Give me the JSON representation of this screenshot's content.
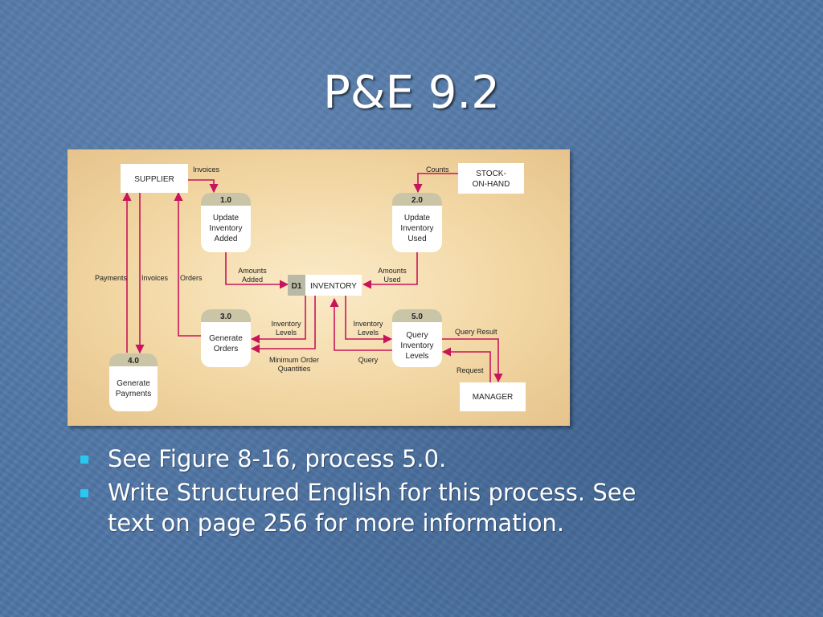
{
  "slide": {
    "title": "P&E 9.2",
    "bullets": [
      "See Figure 8-16, process 5.0.",
      "Write Structured English for this process.  See text on page 256 for more information."
    ],
    "bullet_color": "#28c8f0"
  },
  "diagram": {
    "entities": {
      "supplier": "SUPPLIER",
      "stock_on_hand_line1": "STOCK-",
      "stock_on_hand_line2": "ON-HAND",
      "manager": "MANAGER"
    },
    "processes": {
      "p1": {
        "id": "1.0",
        "line1": "Update",
        "line2": "Inventory",
        "line3": "Added"
      },
      "p2": {
        "id": "2.0",
        "line1": "Update",
        "line2": "Inventory",
        "line3": "Used"
      },
      "p3": {
        "id": "3.0",
        "line1": "Generate",
        "line2": "Orders"
      },
      "p4": {
        "id": "4.0",
        "line1": "Generate",
        "line2": "Payments"
      },
      "p5": {
        "id": "5.0",
        "line1": "Query",
        "line2": "Inventory",
        "line3": "Levels"
      }
    },
    "datastore": {
      "id": "D1",
      "name": "INVENTORY"
    },
    "flows": {
      "invoices_top": "Invoices",
      "counts": "Counts",
      "payments": "Payments",
      "invoices_left": "Invoices",
      "orders": "Orders",
      "amounts_added_1": "Amounts",
      "amounts_added_2": "Added",
      "amounts_used_1": "Amounts",
      "amounts_used_2": "Used",
      "inv_levels_left_1": "Inventory",
      "inv_levels_left_2": "Levels",
      "inv_levels_right_1": "Inventory",
      "inv_levels_right_2": "Levels",
      "min_order_1": "Minimum Order",
      "min_order_2": "Quantities",
      "query": "Query",
      "query_result": "Query Result",
      "request": "Request"
    },
    "colors": {
      "arrow": "#c8145a",
      "process_header": "#c9c5a6",
      "datastore_id": "#b9b9a6"
    }
  }
}
